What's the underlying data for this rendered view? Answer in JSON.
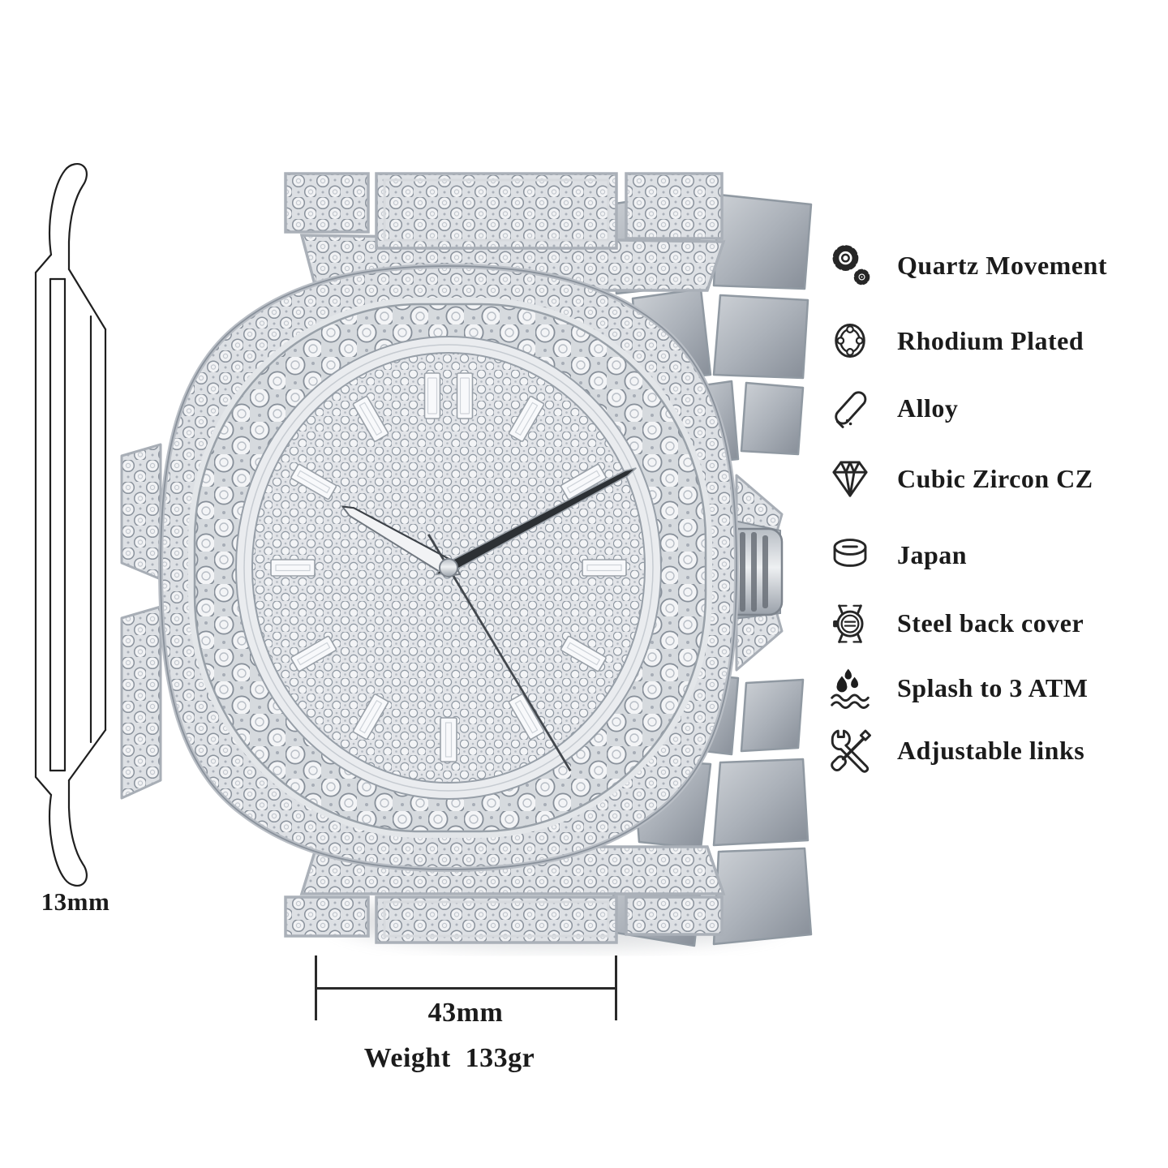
{
  "product": {
    "photo_alt": "Silver iced-out cushion-case bracelet watch fully paved with round cubic zirconia stones, baguette hour markers, fluted crown at 3 o'clock, hands showing approximately 10:10",
    "side_view_alt": "Outline side-profile drawing of the watch case"
  },
  "dimensions": {
    "thickness_label": "13mm",
    "case_width_label": "43mm",
    "weight_label": "Weight  133gr"
  },
  "specs": {
    "items": [
      {
        "icon": "gears-icon",
        "label": "Quartz Movement"
      },
      {
        "icon": "case-back-seal-icon",
        "label": "Rhodium Plated"
      },
      {
        "icon": "metal-bar-icon",
        "label": "Alloy"
      },
      {
        "icon": "diamond-icon",
        "label": "Cubic Zircon CZ"
      },
      {
        "icon": "movement-disc-icon",
        "label": "Japan"
      },
      {
        "icon": "watch-back-icon",
        "label": "Steel back cover"
      },
      {
        "icon": "water-drops-icon",
        "label": "Splash to 3 ATM"
      },
      {
        "icon": "wrench-screwdriver-icon",
        "label": "Adjustable links"
      }
    ]
  },
  "colors": {
    "text": "#1b1b1b",
    "line_art": "#1f1f1f",
    "steel_light": "#eef0f2",
    "steel_mid": "#b4bac1",
    "steel_dark": "#8b939d",
    "hand_dark": "#2c3034"
  }
}
